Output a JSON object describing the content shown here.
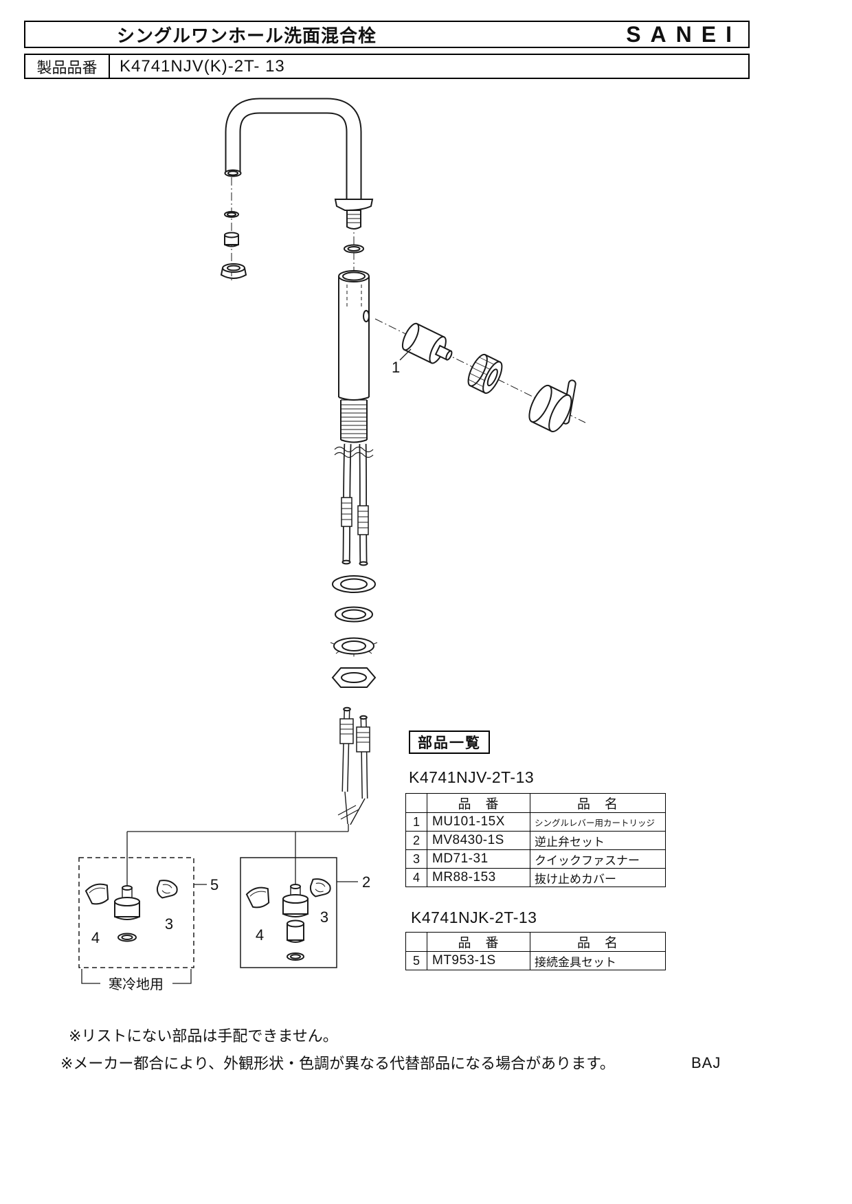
{
  "header": {
    "title": "シングルワンホール洗面混合栓",
    "brand": "SANEI",
    "product_no_label": "製品品番",
    "product_no": "K4741NJV(K)-2T- 13"
  },
  "diagram": {
    "labels": {
      "n1": "1",
      "n2": "2",
      "n3": "3",
      "n4": "4",
      "n5": "5"
    },
    "cold_region": "寒冷地用"
  },
  "parts_section": {
    "heading": "部品一覧",
    "tables": [
      {
        "model": "K4741NJV-2T-13",
        "col_part_no": "品　番",
        "col_part_name": "品　名",
        "rows": [
          {
            "no": "1",
            "part_no": "MU101-15X",
            "name": "シングルレバー用カートリッジ"
          },
          {
            "no": "2",
            "part_no": "MV8430-1S",
            "name": "逆止弁セット"
          },
          {
            "no": "3",
            "part_no": "MD71-31",
            "name": "クイックファスナー"
          },
          {
            "no": "4",
            "part_no": "MR88-153",
            "name": "抜け止めカバー"
          }
        ]
      },
      {
        "model": "K4741NJK-2T-13",
        "col_part_no": "品　番",
        "col_part_name": "品　名",
        "rows": [
          {
            "no": "5",
            "part_no": "MT953-1S",
            "name": "接続金具セット"
          }
        ]
      }
    ]
  },
  "footer": {
    "note1": "※リストにない部品は手配できません。",
    "note2": "※メーカー都合により、外観形状・色調が異なる代替部品になる場合があります。",
    "code": "BAJ"
  }
}
